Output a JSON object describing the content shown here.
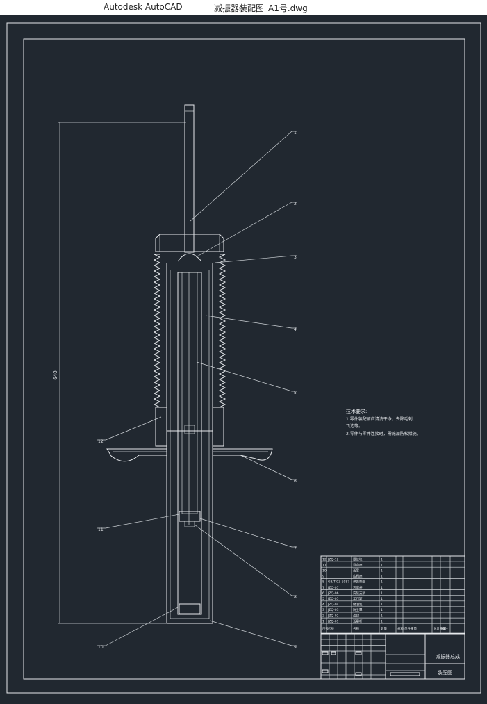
{
  "window": {
    "app_title": "Autodesk AutoCAD",
    "file_title": "减振器装配图_A1号.dwg"
  },
  "colors": {
    "canvas_bg": "#212830",
    "line": "#e6e9ec",
    "titlebar_bg": "#ffffff"
  },
  "drawing": {
    "dimension_label": "640",
    "balloons": [
      "1",
      "2",
      "3",
      "4",
      "5",
      "6",
      "7",
      "8",
      "9",
      "10",
      "11",
      "12"
    ],
    "tech_requirements": {
      "title": "技术要求:",
      "lines": [
        "1.零件装配前应清洗干净，去除毛刺、",
        "飞边等。",
        "2.零件与零件连接时，需施加防松措施。"
      ]
    },
    "title_block": {
      "assembly_name": "减振器总成",
      "drawing_number": "装配图"
    },
    "parts_list_header": [
      "序号",
      "代号",
      "名称",
      "数量",
      "材料",
      "单件重量",
      "总计重量",
      "备注"
    ],
    "parts_list": [
      [
        "12",
        "JZQ-12",
        "限位块",
        "1"
      ],
      [
        "11",
        "",
        "导向座",
        "1"
      ],
      [
        "10",
        "",
        "活塞",
        "1"
      ],
      [
        "9",
        "",
        "底阀座",
        "1"
      ],
      [
        "8",
        "GB/T 93-1987",
        "弹簧垫圈",
        "1"
      ],
      [
        "7",
        "JZQ-07",
        "活塞杆",
        "1"
      ],
      [
        "6",
        "JZQ-06",
        "安装支架",
        "1"
      ],
      [
        "5",
        "JZQ-05",
        "工作缸",
        "1"
      ],
      [
        "4",
        "JZQ-04",
        "储油缸",
        "1"
      ],
      [
        "3",
        "JZQ-03",
        "防尘罩",
        "1"
      ],
      [
        "2",
        "JZQ-02",
        "油封",
        "1"
      ],
      [
        "1",
        "JZQ-01",
        "活塞杆",
        "1"
      ]
    ]
  }
}
